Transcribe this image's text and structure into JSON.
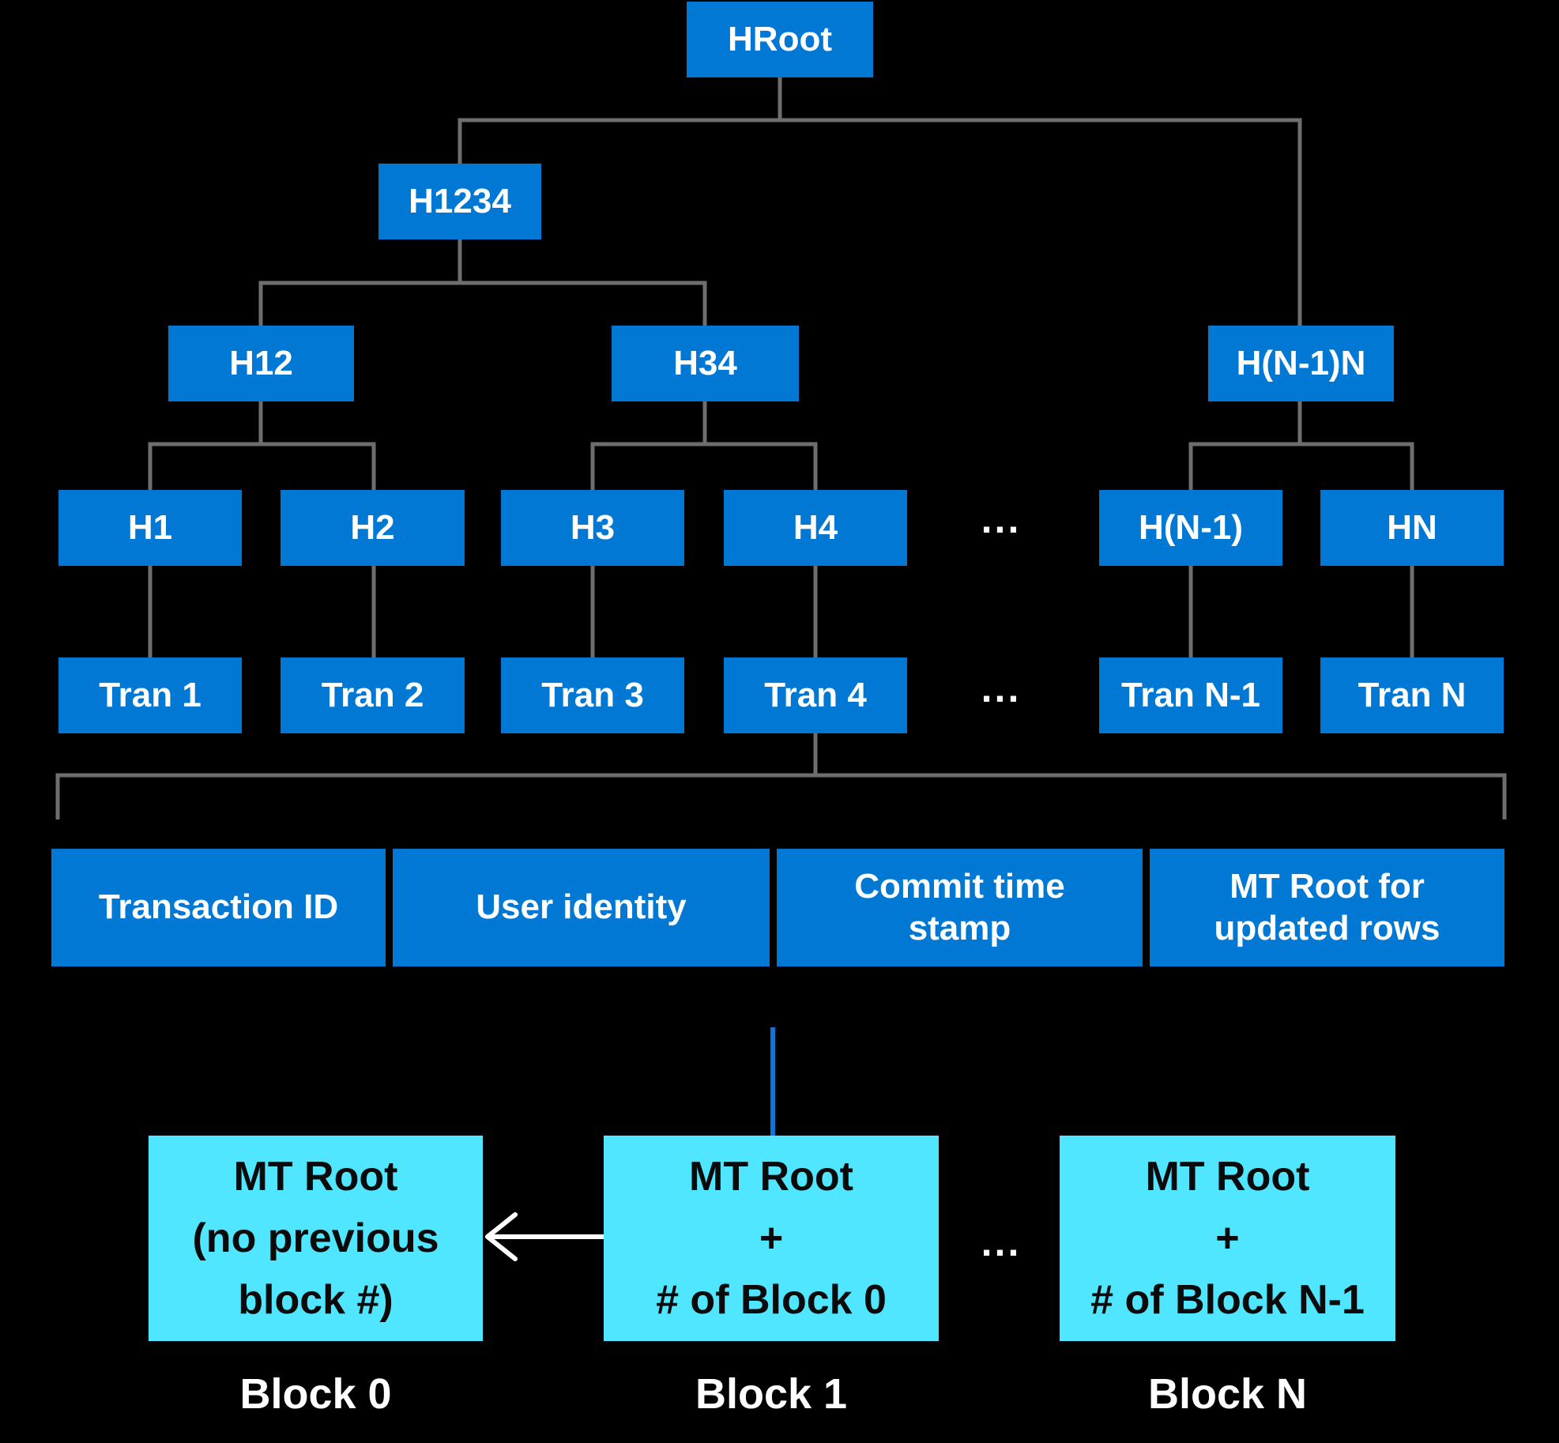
{
  "colors": {
    "background": "#000000",
    "box_blue": "#0078D4",
    "cyan": "#50E6FF",
    "connector_gray": "#6E6E6E",
    "link_blue": "#0B76D8",
    "arrow_white": "#FFFFFF",
    "text_on_blue": "#FFFFFF",
    "text_on_cyan": "#0B0B0B"
  },
  "tree": {
    "root_label": "HRoot",
    "level1": [
      {
        "label": "H1234"
      }
    ],
    "level2": [
      {
        "label": "H12"
      },
      {
        "label": "H34"
      },
      {
        "label": "H(N-1)N"
      }
    ],
    "level3": [
      {
        "label": "H1"
      },
      {
        "label": "H2"
      },
      {
        "label": "H3"
      },
      {
        "label": "H4"
      },
      {
        "label": "H(N-1)"
      },
      {
        "label": "HN"
      }
    ],
    "level3_ellipsis": "...",
    "level4": [
      {
        "label": "Tran 1"
      },
      {
        "label": "Tran 2"
      },
      {
        "label": "Tran 3"
      },
      {
        "label": "Tran 4"
      },
      {
        "label": "Tran N-1"
      },
      {
        "label": "Tran N"
      }
    ],
    "level4_ellipsis": "..."
  },
  "transaction_record": {
    "fields": [
      {
        "label": "Transaction ID"
      },
      {
        "label": "User identity"
      },
      {
        "label": "Commit time\nstamp"
      },
      {
        "label": "MT Root for\nupdated rows"
      }
    ]
  },
  "blocks": {
    "ellipsis": "...",
    "items": [
      {
        "content": "MT Root\n(no previous\nblock #)",
        "label": "Block 0"
      },
      {
        "content": "MT Root\n+\n# of Block 0",
        "label": "Block 1"
      },
      {
        "content": "MT Root\n+\n# of Block N-1",
        "label": "Block N"
      }
    ]
  }
}
